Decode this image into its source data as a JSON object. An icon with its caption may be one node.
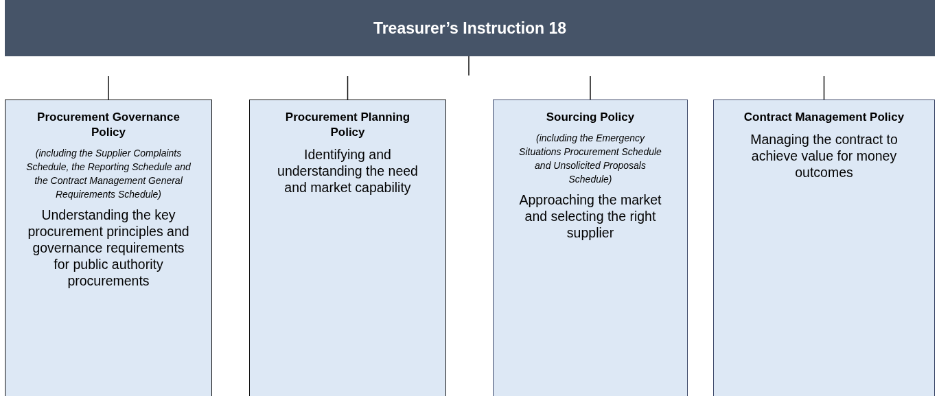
{
  "diagram": {
    "nodes": [
      {
        "text": [
          "Treasurer’s Instruction 18"
        ]
      },
      {
        "text": [
          "Procurement Governance Policy",
          "(including the Supplier Complaints Schedule, the Reporting Schedule and the Contract Management General Requirements Schedule)",
          "Understanding the key procurement principles and governance requirements for public authority procurements"
        ]
      },
      {
        "text": [
          "Procurement Planning Policy",
          "Identifying and understanding the need and market capability"
        ]
      },
      {
        "text": [
          "Sourcing Policy",
          "(including the Emergency Situations Procurement Schedule and Unsolicited Proposals Schedule)",
          "Approaching the market and selecting the right supplier"
        ]
      },
      {
        "text": [
          "Contract Management Policy",
          "Managing the contract to achieve value for money outcomes"
        ]
      }
    ]
  }
}
